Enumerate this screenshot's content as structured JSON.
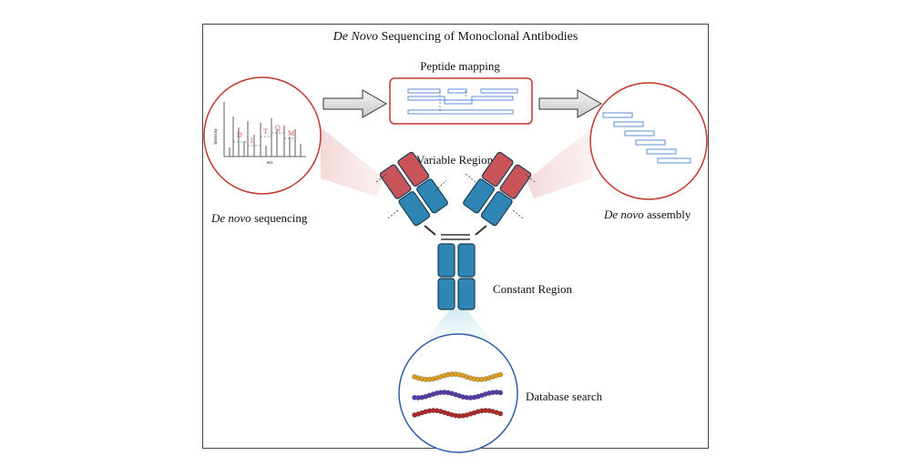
{
  "title": {
    "italic": "De Novo",
    "rest": " Sequencing of Monoclonal Antibodies"
  },
  "peptide_mapping": "Peptide mapping",
  "variable_region": "Variable Region",
  "constant_region": "Constant Region",
  "de_novo_sequencing": {
    "italic": "De novo",
    "rest": " sequencing"
  },
  "de_novo_assembly": {
    "italic": "De novo",
    "rest": " assembly"
  },
  "database_search": "Database search",
  "spectrum": {
    "ylabel": "Intensity",
    "xlabel": "m/z",
    "residues": [
      "D",
      "L",
      "T",
      "Q",
      "M"
    ]
  },
  "colors": {
    "heavy_blue": "#2f86b5",
    "variable_red": "#c8545a",
    "circle_red": "#c0392b",
    "circle_blue": "#2f5fa8",
    "peptide_blue": "#5b8fd6",
    "chain_orange": "#e0a020",
    "chain_purple": "#5a3aa8",
    "chain_red": "#b02a2a"
  }
}
